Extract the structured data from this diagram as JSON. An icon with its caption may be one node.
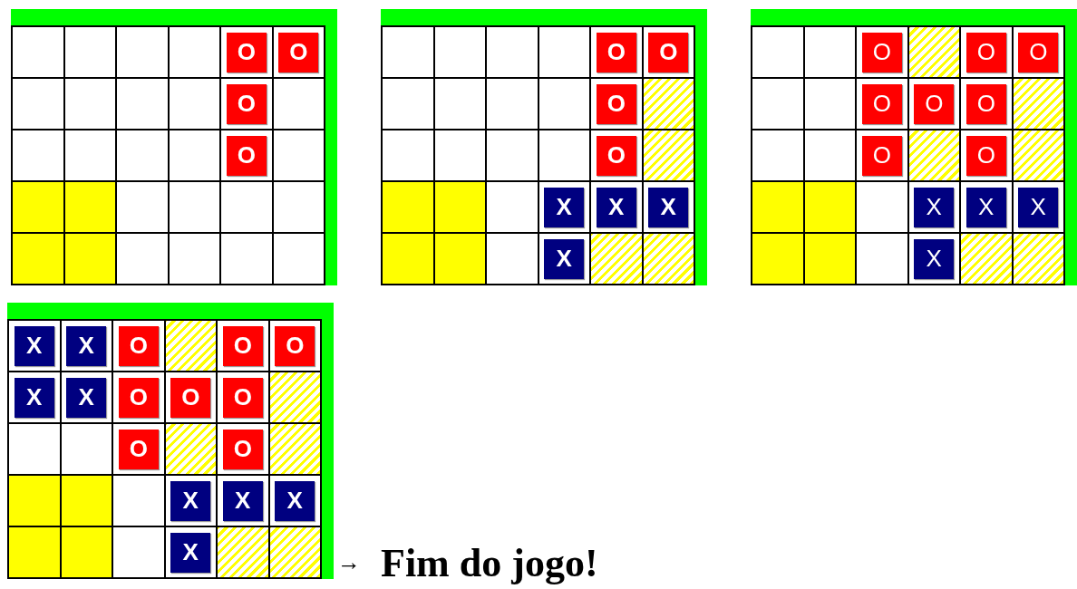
{
  "diagram": {
    "nodes": [
      {
        "text": [
          "O"
        ]
      },
      {
        "text": [
          "O"
        ]
      },
      {
        "text": [
          "O"
        ]
      },
      {
        "text": [
          "O"
        ]
      },
      {
        "text": [
          "O"
        ]
      },
      {
        "text": [
          "O"
        ]
      },
      {
        "text": [
          "O"
        ]
      },
      {
        "text": [
          "O"
        ]
      },
      {
        "text": [
          "X"
        ]
      },
      {
        "text": [
          "X"
        ]
      },
      {
        "text": [
          "X"
        ]
      },
      {
        "text": [
          "X"
        ]
      },
      {
        "text": [
          "O"
        ]
      },
      {
        "text": [
          "O"
        ]
      },
      {
        "text": [
          "O"
        ]
      },
      {
        "text": [
          "O"
        ]
      },
      {
        "text": [
          "O"
        ]
      },
      {
        "text": [
          "O"
        ]
      },
      {
        "text": [
          "O"
        ]
      },
      {
        "text": [
          "O"
        ]
      },
      {
        "text": [
          "X"
        ]
      },
      {
        "text": [
          "X"
        ]
      },
      {
        "text": [
          "X"
        ]
      },
      {
        "text": [
          "X"
        ]
      },
      {
        "text": [
          "X"
        ]
      },
      {
        "text": [
          "X"
        ]
      },
      {
        "text": [
          "O"
        ]
      },
      {
        "text": [
          "O"
        ]
      },
      {
        "text": [
          "O"
        ]
      },
      {
        "text": [
          "X"
        ]
      },
      {
        "text": [
          "X"
        ]
      },
      {
        "text": [
          "O"
        ]
      },
      {
        "text": [
          "O"
        ]
      },
      {
        "text": [
          "O"
        ]
      },
      {
        "text": [
          "O"
        ]
      },
      {
        "text": [
          "O"
        ]
      },
      {
        "text": [
          "X"
        ]
      },
      {
        "text": [
          "X"
        ]
      },
      {
        "text": [
          "X"
        ]
      },
      {
        "text": [
          "X"
        ]
      }
    ],
    "labels": [
      "→",
      "Fim do jogo!"
    ]
  }
}
